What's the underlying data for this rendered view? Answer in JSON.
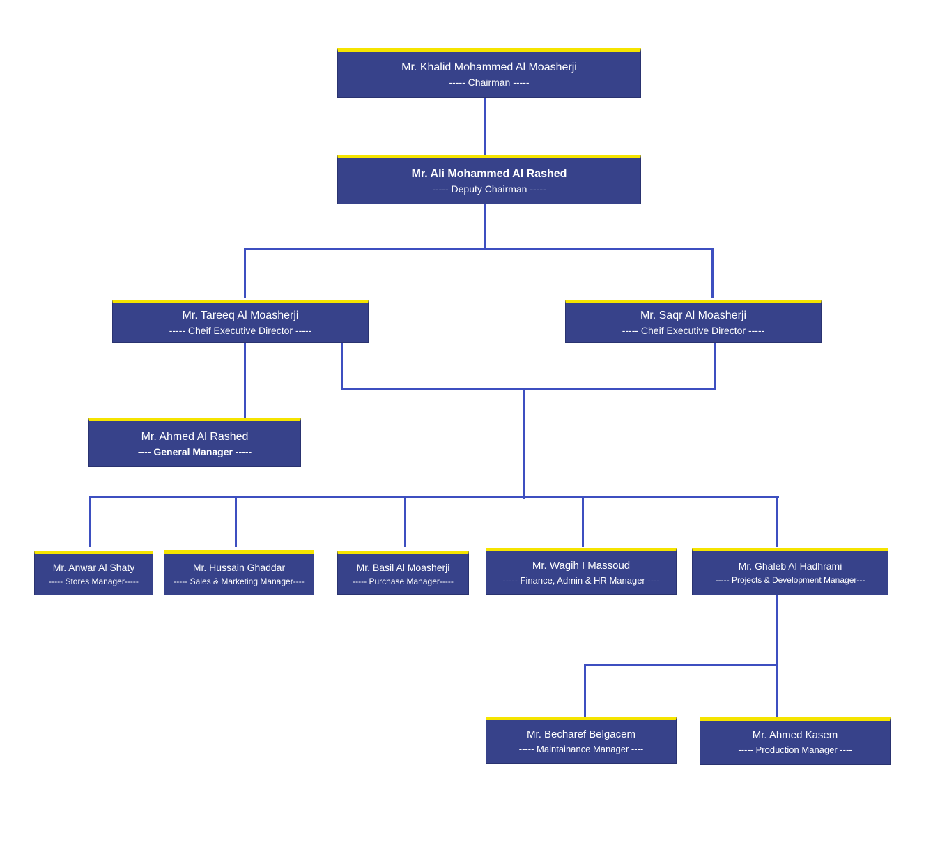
{
  "colors": {
    "node_fill": "#37428a",
    "node_accent": "#f5e400",
    "connector": "#3d4fc0",
    "text": "#ffffff"
  },
  "nodes": {
    "chairman": {
      "name": "Mr. Khalid Mohammed Al Moasherji",
      "role": "----- Chairman -----"
    },
    "deputy": {
      "name": "Mr. Ali Mohammed Al Rashed",
      "role": "----- Deputy Chairman -----"
    },
    "ced_tareeq": {
      "name": "Mr. Tareeq Al Moasherji",
      "role": "----- Cheif Executive Director -----"
    },
    "ced_saqr": {
      "name": "Mr. Saqr Al Moasherji",
      "role": "----- Cheif Executive Director -----"
    },
    "general_manager": {
      "name": "Mr. Ahmed Al Rashed",
      "role": "---- General Manager -----"
    },
    "stores": {
      "name": "Mr. Anwar Al Shaty",
      "role": "----- Stores  Manager-----"
    },
    "sales": {
      "name": "Mr. Hussain Ghaddar",
      "role": "----- Sales & Marketing Manager----"
    },
    "purchase": {
      "name": "Mr. Basil Al Moasherji",
      "role": "----- Purchase Manager-----"
    },
    "finance": {
      "name": "Mr. Wagih I Massoud",
      "role": "----- Finance, Admin & HR Manager ----"
    },
    "projects": {
      "name": "Mr. Ghaleb Al Hadhrami",
      "role": "----- Projects & Development Manager---"
    },
    "maintenance": {
      "name": "Mr. Becharef Belgacem",
      "role": "----- Maintainance Manager ----"
    },
    "production": {
      "name": "Mr. Ahmed Kasem",
      "role": "----- Production Manager ----"
    }
  }
}
